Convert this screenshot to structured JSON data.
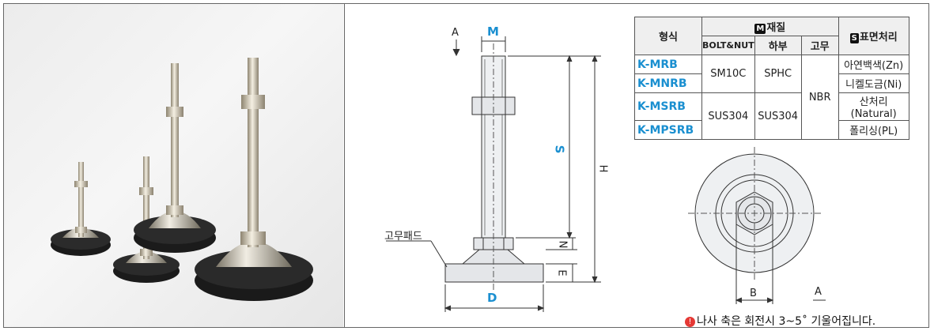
{
  "drawing": {
    "label_A_top": "A",
    "label_M": "M",
    "label_S": "S",
    "label_H": "H",
    "label_N": "N",
    "label_E": "E",
    "label_D": "D",
    "label_rubber_pad": "고무패드",
    "label_B": "B",
    "label_A_bottom": "A"
  },
  "table": {
    "col_type": "형식",
    "col_material_badge": "M",
    "col_material": "재질",
    "col_surface_badge": "S",
    "col_surface": "표면처리",
    "sub_bolt": "BOLT&NUT",
    "sub_lower": "하부",
    "sub_rubber": "고무",
    "rows": [
      {
        "model": "K-MRB",
        "surface": "아연백색(Zn)"
      },
      {
        "model": "K-MNRB",
        "surface": "니켈도금(Ni)"
      },
      {
        "model": "K-MSRB",
        "surface": "산처리(Natural)"
      },
      {
        "model": "K-MPSRB",
        "surface": "폴리싱(PL)"
      }
    ],
    "group1_bolt": "SM10C",
    "group1_lower": "SPHC",
    "group2_bolt": "SUS304",
    "group2_lower": "SUS304",
    "rubber": "NBR"
  },
  "note": {
    "icon": "!",
    "text": "나사 축은 회전시 3~5˚ 기울어집니다."
  },
  "colors": {
    "accent": "#1a8fd0",
    "warn": "#e53935"
  }
}
